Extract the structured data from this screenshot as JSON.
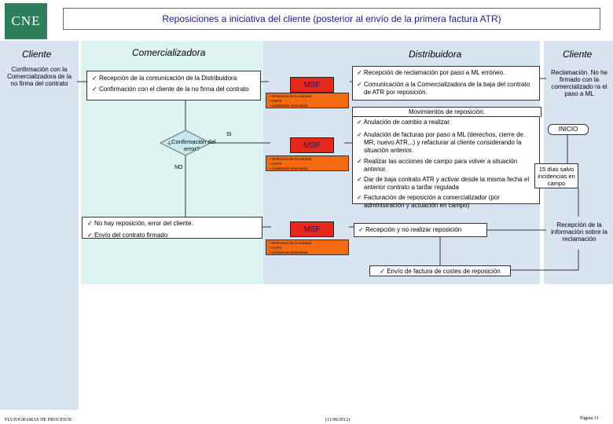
{
  "logo": "CNE",
  "title": "Reposiciones a iniciativa del cliente (posterior al envío de la primera factura ATR)",
  "lanes": {
    "cliente_left": "Cliente",
    "comercializadora": "Comercializadora",
    "distribuidora": "Distribuidora",
    "cliente_right": "Cliente"
  },
  "cliente_left_box": "Confirmación con la Comercializadora de la no firma del contrato",
  "com_box1": [
    "Recepción de la comunicación de la Distribuidora",
    "Confirmación con el cliente de la no firma del contrato"
  ],
  "decision": "¿Confirmación del error?",
  "decision_si": "SI",
  "decision_no": "NO",
  "com_box2": [
    "No hay reposición, error del cliente.",
    "Envío del contrato firmado"
  ],
  "msf_label": "MSF",
  "msf_items": [
    "Referencia de la solicitud",
    "CUPS",
    "Incidencias detectadas"
  ],
  "dist_box1": [
    "Recepción de reclamación por paso a ML erróneo.",
    "Comunicación a la Comercializadora de la baja del contrato de ATR por reposición."
  ],
  "mov_header": "Movimientos de reposición:",
  "dist_box2": [
    "Anulación de cambio a realizar.",
    "Anulación de facturas por paso a ML (derechos, cierre de MR, nuevo ATR,..) y refacturar al cliente considerando la situación anterior.",
    "Realizar las acciones de campo para volver a situación anterior.",
    "Dar de baja contrato ATR y activar desde la misma fecha el anterior contrato a tarifar regulada",
    "Facturación de reposición a comercializador (por administración y actuación en campo)"
  ],
  "dist_box3": "Recepción y no realizar reposición",
  "dist_box4": "Envío de factura de costes de reposición",
  "cliente_right": {
    "reclamacion": "Reclamación. No he firmado con la comercializado ra el paso a ML",
    "inicio": "INICIO",
    "dias": "15 días salvo incidencias en campo",
    "recepcion": "Recepción de la información sobre la reclamación"
  },
  "footer": {
    "left": "FLUJOGRAMAS DE PROCESOS",
    "center": "(11/06/2012)",
    "right": "Página 11"
  },
  "colors": {
    "lane_blue": "#d8e4f2",
    "lane_teal": "#ddf3f0",
    "msf_red": "#e8271b",
    "orange": "#f36a10",
    "logo_green": "#2e7d5b"
  }
}
